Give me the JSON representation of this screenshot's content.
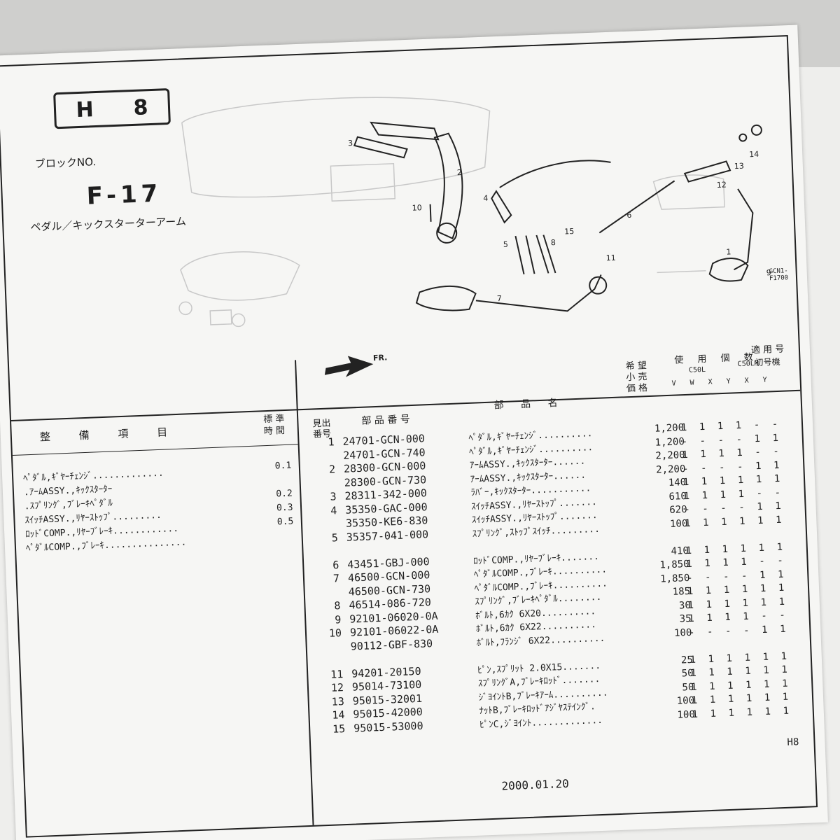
{
  "header": {
    "block_badge_letter": "H",
    "block_badge_number": "8",
    "block_no_label": "ブロックNO.",
    "block_no": "F-17",
    "title": "ペダル／キックスターターアーム",
    "figure_ref": "GCN1-F1700",
    "fr_arrow": "FR."
  },
  "diagram_labels": [
    "1",
    "2",
    "3",
    "4",
    "5",
    "6",
    "7",
    "8",
    "9",
    "10",
    "11",
    "12",
    "13",
    "14",
    "15"
  ],
  "maintenance": {
    "headers": [
      "整",
      "備",
      "項",
      "目"
    ],
    "time_header": [
      "標",
      "準",
      "時",
      "間"
    ],
    "rows": [
      {
        "item": "ﾍﾟﾀﾞﾙ,ｷﾞﾔｰﾁｪﾝｼﾞ.............",
        "time": "0.1"
      },
      {
        "item": ".ｱｰﾑASSY.,ｷｯｸｽﾀｰﾀｰ",
        "time": ""
      },
      {
        "item": ".ｽﾌﾟﾘﾝｸﾞ,ﾌﾞﾚｰｷﾍﾟﾀﾞﾙ",
        "time": "0.2"
      },
      {
        "item": "ｽｲｯﾁASSY.,ﾘﾔｰｽﾄｯﾌﾟ.........",
        "time": "0.3"
      },
      {
        "item": "ﾛｯﾄﾞCOMP.,ﾘﾔｰﾌﾞﾚｰｷ............",
        "time": "0.5"
      },
      {
        "item": "ﾍﾟﾀﾞﾙCOMP.,ﾌﾞﾚｰｷ...............",
        "time": ""
      }
    ]
  },
  "parts": {
    "header_no": [
      "見出",
      "番号"
    ],
    "header_pn": "部 品 番 号",
    "header_name": "部 品 名",
    "header_price": [
      "希 望",
      "小 売",
      "価 格"
    ],
    "header_qty": "使 用 個 数",
    "header_apply": "適 用 号",
    "header_first": "初号機",
    "model_c50l": "C50L",
    "model_c50lm": "C50LM",
    "qty_cols": [
      "V",
      "W",
      "X",
      "Y",
      "X",
      "Y"
    ],
    "rows": [
      {
        "no": "1",
        "pn": "24701-GCN-000",
        "name": "ﾍﾟﾀﾞﾙ,ｷﾞﾔｰﾁｪﾝｼﾞ..........",
        "price": "1,200",
        "q": [
          "1",
          "1",
          "1",
          "1",
          "-",
          "-"
        ]
      },
      {
        "no": "",
        "pn": "24701-GCN-740",
        "name": "ﾍﾟﾀﾞﾙ,ｷﾞﾔｰﾁｪﾝｼﾞ..........",
        "price": "1,200",
        "q": [
          "-",
          "-",
          "-",
          "-",
          "1",
          "1"
        ]
      },
      {
        "no": "2",
        "pn": "28300-GCN-000",
        "name": "ｱｰﾑASSY.,ｷｯｸｽﾀｰﾀｰ......",
        "price": "2,200",
        "q": [
          "1",
          "1",
          "1",
          "1",
          "-",
          "-"
        ]
      },
      {
        "no": "",
        "pn": "28300-GCN-730",
        "name": "ｱｰﾑASSY.,ｷｯｸｽﾀｰﾀｰ......",
        "price": "2,200",
        "q": [
          "-",
          "-",
          "-",
          "-",
          "1",
          "1"
        ]
      },
      {
        "no": "3",
        "pn": "28311-342-000",
        "name": "ﾗﾊﾞｰ,ｷｯｸｽﾀｰﾀｰ...........",
        "price": "140",
        "q": [
          "1",
          "1",
          "1",
          "1",
          "1",
          "1"
        ]
      },
      {
        "no": "4",
        "pn": "35350-GAC-000",
        "name": "ｽｲｯﾁASSY.,ﾘﾔｰｽﾄｯﾌﾟ.......",
        "price": "610",
        "q": [
          "1",
          "1",
          "1",
          "1",
          "-",
          "-"
        ]
      },
      {
        "no": "",
        "pn": "35350-KE6-830",
        "name": "ｽｲｯﾁASSY.,ﾘﾔｰｽﾄｯﾌﾟ.......",
        "price": "620",
        "q": [
          "-",
          "-",
          "-",
          "-",
          "1",
          "1"
        ]
      },
      {
        "no": "5",
        "pn": "35357-041-000",
        "name": "ｽﾌﾟﾘﾝｸﾞ,ｽﾄｯﾌﾟｽｲｯﾁ.........",
        "price": "100",
        "q": [
          "1",
          "1",
          "1",
          "1",
          "1",
          "1"
        ]
      },
      {
        "no": "",
        "pn": "",
        "name": "",
        "price": "",
        "q": [
          "",
          "",
          "",
          "",
          "",
          ""
        ]
      },
      {
        "no": "6",
        "pn": "43451-GBJ-000",
        "name": "ﾛｯﾄﾞCOMP.,ﾘﾔｰﾌﾞﾚｰｷ.......",
        "price": "410",
        "q": [
          "1",
          "1",
          "1",
          "1",
          "1",
          "1"
        ]
      },
      {
        "no": "7",
        "pn": "46500-GCN-000",
        "name": "ﾍﾟﾀﾞﾙCOMP.,ﾌﾞﾚｰｷ..........",
        "price": "1,850",
        "q": [
          "1",
          "1",
          "1",
          "1",
          "-",
          "-"
        ]
      },
      {
        "no": "",
        "pn": "46500-GCN-730",
        "name": "ﾍﾟﾀﾞﾙCOMP.,ﾌﾞﾚｰｷ..........",
        "price": "1,850",
        "q": [
          "-",
          "-",
          "-",
          "-",
          "1",
          "1"
        ]
      },
      {
        "no": "8",
        "pn": "46514-086-720",
        "name": "ｽﾌﾟﾘﾝｸﾞ,ﾌﾞﾚｰｷﾍﾟﾀﾞﾙ........",
        "price": "185",
        "q": [
          "1",
          "1",
          "1",
          "1",
          "1",
          "1"
        ]
      },
      {
        "no": "9",
        "pn": "92101-06020-0A",
        "name": "ﾎﾞﾙﾄ,6ｶｸ 6X20..........",
        "price": "30",
        "q": [
          "1",
          "1",
          "1",
          "1",
          "1",
          "1"
        ]
      },
      {
        "no": "10",
        "pn": "92101-06022-0A",
        "name": "ﾎﾞﾙﾄ,6ｶｸ 6X22..........",
        "price": "35",
        "q": [
          "1",
          "1",
          "1",
          "1",
          "-",
          "-"
        ]
      },
      {
        "no": "",
        "pn": "90112-GBF-830",
        "name": "ﾎﾞﾙﾄ,ﾌﾗﾝｼﾞ 6X22..........",
        "price": "100",
        "q": [
          "-",
          "-",
          "-",
          "-",
          "1",
          "1"
        ]
      },
      {
        "no": "",
        "pn": "",
        "name": "",
        "price": "",
        "q": [
          "",
          "",
          "",
          "",
          "",
          ""
        ]
      },
      {
        "no": "11",
        "pn": "94201-20150",
        "name": "ﾋﾟﾝ,ｽﾌﾟﾘｯﾄ 2.0X15.......",
        "price": "25",
        "q": [
          "1",
          "1",
          "1",
          "1",
          "1",
          "1"
        ]
      },
      {
        "no": "12",
        "pn": "95014-73100",
        "name": "ｽﾌﾟﾘﾝｸﾞA,ﾌﾞﾚｰｷﾛｯﾄﾞ.......",
        "price": "50",
        "q": [
          "1",
          "1",
          "1",
          "1",
          "1",
          "1"
        ]
      },
      {
        "no": "13",
        "pn": "95015-32001",
        "name": "ｼﾞﾖｲﾝﾄB,ﾌﾞﾚｰｷｱｰﾑ..........",
        "price": "50",
        "q": [
          "1",
          "1",
          "1",
          "1",
          "1",
          "1"
        ]
      },
      {
        "no": "14",
        "pn": "95015-42000",
        "name": "ﾅｯﾄB,ﾌﾞﾚｰｷﾛｯﾄﾞｱｼﾞﾔｽﾃｲﾝｸﾞ.",
        "price": "100",
        "q": [
          "1",
          "1",
          "1",
          "1",
          "1",
          "1"
        ]
      },
      {
        "no": "15",
        "pn": "95015-53000",
        "name": "ﾋﾟﾝC,ｼﾞﾖｲﾝﾄ.............",
        "price": "100",
        "q": [
          "1",
          "1",
          "1",
          "1",
          "1",
          "1"
        ]
      }
    ]
  },
  "footer": {
    "date": "2000.01.20",
    "page": "H8"
  }
}
